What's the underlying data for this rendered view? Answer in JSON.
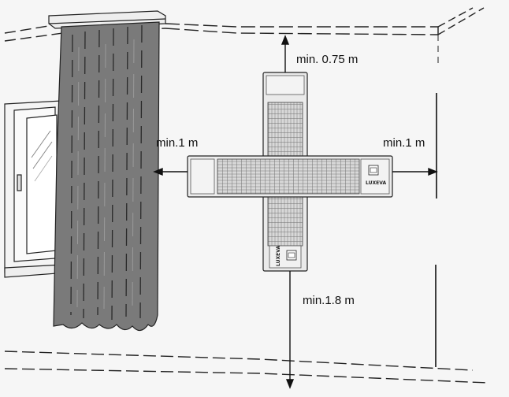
{
  "clearances": {
    "top": "min. 0.75 m",
    "left": "min.1 m",
    "right": "min.1 m",
    "bottom": "min.1.8 m"
  },
  "heater": {
    "brand": "LUXEVA"
  },
  "colors": {
    "wall": "#f6f6f6",
    "line": "#111111",
    "curtain": "#7a7a7a",
    "heater_body": "#ececec",
    "heater_grille": "#bdbdbd"
  }
}
